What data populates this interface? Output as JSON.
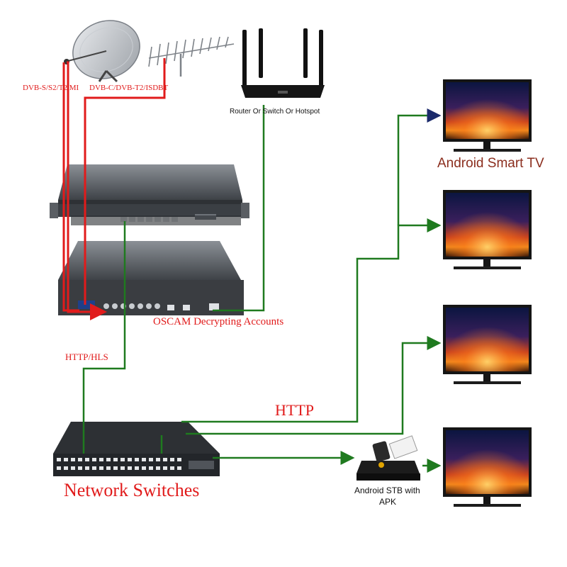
{
  "labels": {
    "satellite": "DVB-S/S2/T2 MI",
    "terrestrial": "DVB-C/DVB-T2/ISDBT",
    "router": "Router Or Switch Or Hotspot",
    "oscam": "OSCAM Decrypting Accounts",
    "http_hls": "HTTP/HLS",
    "http": "HTTP",
    "switches": "Network Switches",
    "smart_tv": "Android Smart TV",
    "stb_line1": "Android STB with",
    "stb_line2": "APK"
  },
  "colors": {
    "signal_line": "#e11b1b",
    "network_line": "#1f7a1f",
    "device_body": "#4a4d52",
    "tv_frame": "#1a1a1a"
  },
  "icons": [
    "satellite-dish-icon",
    "yagi-antenna-icon",
    "wifi-router-icon",
    "rack-server-icon",
    "network-switch-icon",
    "android-stb-icon",
    "tv-icon"
  ]
}
